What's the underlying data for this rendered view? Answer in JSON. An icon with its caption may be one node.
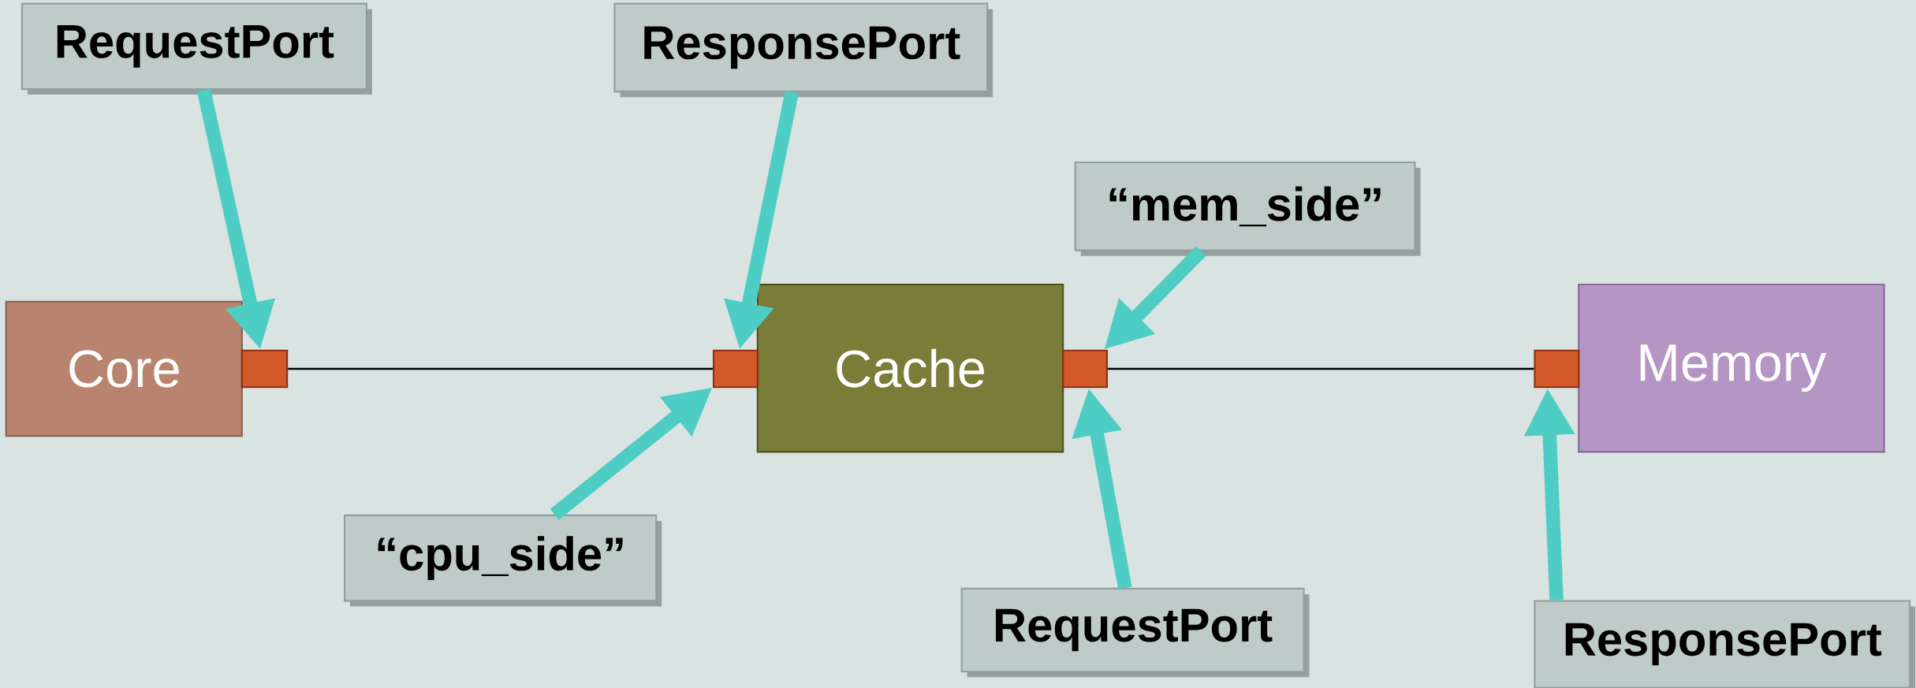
{
  "diagram": {
    "nodes": [
      {
        "text": [
          "Core"
        ]
      },
      {
        "text": [],
        "shape": "box"
      },
      {
        "text": [
          "Cache"
        ]
      },
      {
        "text": [],
        "shape": "box"
      },
      {
        "text": [],
        "shape": "box"
      },
      {
        "text": [
          "Memory"
        ]
      },
      {
        "text": [],
        "shape": "box"
      },
      {
        "text": [
          "RequestPort"
        ]
      },
      {
        "text": [
          "ResponsePort"
        ]
      },
      {
        "text": [
          "“mem_side”"
        ]
      },
      {
        "text": [
          "“cpu_side”"
        ]
      },
      {
        "text": [
          "RequestPort"
        ]
      },
      {
        "text": [
          "ResponsePort"
        ]
      }
    ],
    "edges": [
      {
        "from": 1,
        "to": 3,
        "arrow": "none",
        "color": "#000000"
      },
      {
        "from": 4,
        "to": 6,
        "arrow": "none",
        "color": "#000000"
      },
      {
        "from": 7,
        "to": 1,
        "arrow": "to"
      },
      {
        "from": 8,
        "to": 3,
        "arrow": "to"
      },
      {
        "from": 9,
        "to": 4,
        "arrow": "to"
      },
      {
        "from": 10,
        "to": 3,
        "arrow": "to"
      },
      {
        "from": 11,
        "to": 4,
        "arrow": "to"
      },
      {
        "from": 12,
        "to": 6,
        "arrow": "to"
      }
    ]
  }
}
